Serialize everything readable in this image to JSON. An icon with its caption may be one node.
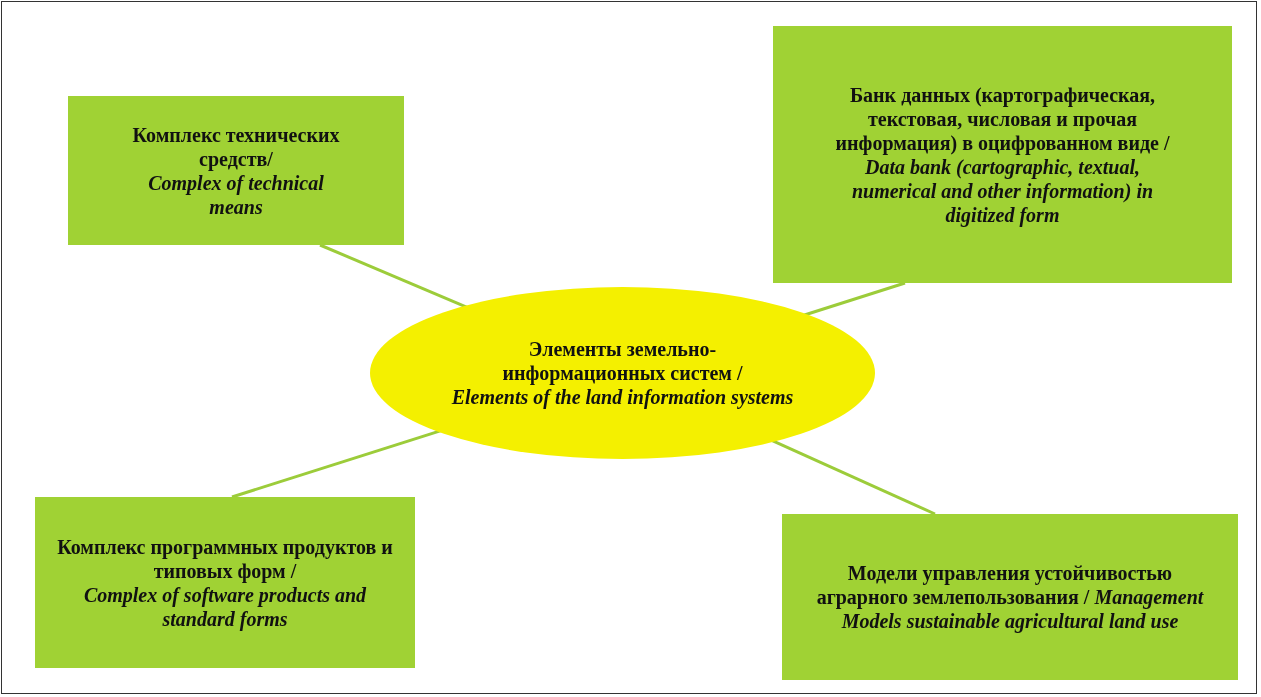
{
  "diagram": {
    "nodes": [
      {
        "text": [
          "Элементы земельно-информационных систем /",
          "Elements of the land information systems"
        ]
      },
      {
        "text": [
          "Комплекс технических средств/",
          "Complex of technical means"
        ]
      },
      {
        "text": [
          "Банк данных (картографическая, текстовая, числовая и прочая информация) в оцифрованном виде /",
          "Data bank (cartographic, textual, numerical and other information) in digitized form"
        ]
      },
      {
        "text": [
          "Комплекс программных продуктов и типовых форм /",
          "Complex of software products and standard forms"
        ]
      },
      {
        "text": [
          "Модели управления устойчивостью аграрного землепользования / *Management Models sustainable agricultural land use*"
        ]
      }
    ],
    "edges": [
      {
        "from": 0,
        "to": 1,
        "arrow": "none"
      },
      {
        "from": 0,
        "to": 2,
        "arrow": "none"
      },
      {
        "from": 0,
        "to": 3,
        "arrow": "none"
      },
      {
        "from": 0,
        "to": 4,
        "arrow": "none"
      }
    ]
  }
}
